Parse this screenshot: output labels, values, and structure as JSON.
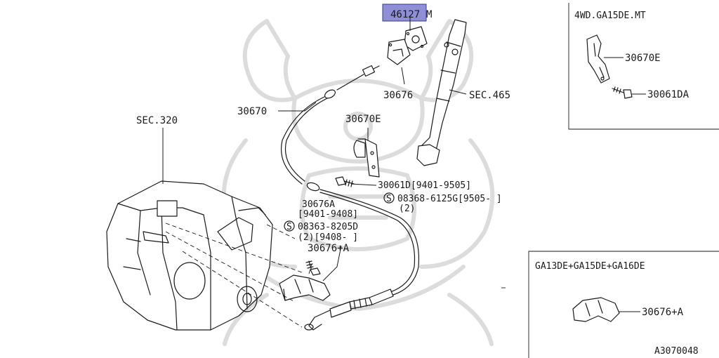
{
  "diagram": {
    "highlight_color": "#8f8fd6",
    "labels": {
      "p46127": "46127",
      "p46127_suffix": "M",
      "p30676_top": "30676",
      "sec465": "SEC.465",
      "p30670": "30670",
      "sec320": "SEC.320",
      "p30670e_mid": "30670E",
      "p30061d": "30061D[9401-9505]",
      "s_mark_1": "S",
      "p08368": "08368-6125G[9505-     ]",
      "qty_2_a": "(2)",
      "p30676a": "30676A",
      "range_9401_9408": "[9401-9408]",
      "s_mark_2": "S",
      "p08363": "08363-8205D",
      "qty_2_range_9408": "(2)[9408-     ]",
      "p30676_plus_a": "30676+A"
    },
    "inset_4wd": {
      "title": "4WD.GA15DE.MT",
      "p30670e": "30670E",
      "p30061da": "30061DA"
    },
    "inset_ga": {
      "title": "GA13DE+GA15DE+GA16DE",
      "p30676_plus_a": "30676+A"
    },
    "diagram_code": "A3070048",
    "watermark": "samurai-helmet-logo"
  }
}
